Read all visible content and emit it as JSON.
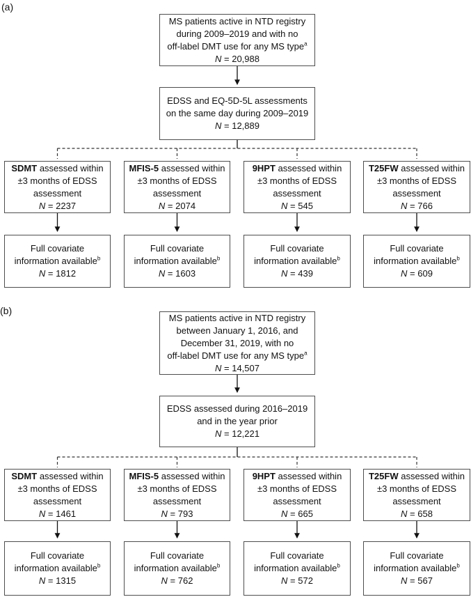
{
  "colors": {
    "box_border": "#4d4d4d",
    "line": "#111111",
    "text": "#111111",
    "background": "#ffffff"
  },
  "panel_a": {
    "label": "(a)",
    "box1": {
      "l1": "MS patients active in NTD registry",
      "l2": "during 2009–2019 and with no",
      "l3": "off-label DMT use for any MS type",
      "l3_sup": "a",
      "n": "N",
      "n_val": " = 20,988"
    },
    "box2": {
      "l1": "EDSS and EQ-5D-5L assessments",
      "l2": "on the same day during 2009–2019",
      "n": "N",
      "n_val": " = 12,889"
    },
    "branches": [
      {
        "test": "SDMT",
        "after": " assessed within",
        "l2": "±3 months of EDSS",
        "l3": "assessment",
        "n": "N",
        "n_val": " = 2237"
      },
      {
        "test": "MFIS-5",
        "after": " assessed within",
        "l2": "±3 months of EDSS",
        "l3": "assessment",
        "n": "N",
        "n_val": " = 2074"
      },
      {
        "test": "9HPT",
        "after": " assessed within",
        "l2": "±3 months of EDSS",
        "l3": "assessment",
        "n": "N",
        "n_val": " = 545"
      },
      {
        "test": "T25FW",
        "after": " assessed within",
        "l2": "±3 months of EDSS",
        "l3": "assessment",
        "n": "N",
        "n_val": " = 766"
      }
    ],
    "covariates": [
      {
        "l1": "Full covariate",
        "l2": "information available",
        "sup": "b",
        "n": "N",
        "n_val": " = 1812"
      },
      {
        "l1": "Full covariate",
        "l2": "information available",
        "sup": "b",
        "n": "N",
        "n_val": " = 1603"
      },
      {
        "l1": "Full covariate",
        "l2": "information available",
        "sup": "b",
        "n": "N",
        "n_val": " = 439"
      },
      {
        "l1": "Full covariate",
        "l2": "information available",
        "sup": "b",
        "n": "N",
        "n_val": " = 609"
      }
    ]
  },
  "panel_b": {
    "label": "(b)",
    "box1": {
      "l1": "MS patients active in NTD registry",
      "l2": "between January 1, 2016, and",
      "l3": "December 31, 2019, with no",
      "l4": "off-label DMT use for any MS type",
      "l4_sup": "a",
      "n": "N",
      "n_val": " = 14,507"
    },
    "box2": {
      "l1": "EDSS assessed during 2016–2019",
      "l2": "and in the year prior",
      "n": "N",
      "n_val": " = 12,221"
    },
    "branches": [
      {
        "test": "SDMT",
        "after": " assessed within",
        "l2": "±3 months of EDSS",
        "l3": "assessment",
        "n": "N",
        "n_val": " = 1461"
      },
      {
        "test": "MFIS-5",
        "after": " assessed within",
        "l2": "±3 months of EDSS",
        "l3": "assessment",
        "n": "N",
        "n_val": " = 793"
      },
      {
        "test": "9HPT",
        "after": " assessed within",
        "l2": "±3 months of EDSS",
        "l3": "assessment",
        "n": "N",
        "n_val": " = 665"
      },
      {
        "test": "T25FW",
        "after": " assessed within",
        "l2": "±3 months of EDSS",
        "l3": "assessment",
        "n": "N",
        "n_val": " = 658"
      }
    ],
    "covariates": [
      {
        "l1": "Full covariate",
        "l2": "information available",
        "sup": "b",
        "n": "N",
        "n_val": " = 1315"
      },
      {
        "l1": "Full covariate",
        "l2": "information available",
        "sup": "b",
        "n": "N",
        "n_val": " = 762"
      },
      {
        "l1": "Full covariate",
        "l2": "information available",
        "sup": "b",
        "n": "N",
        "n_val": " = 572"
      },
      {
        "l1": "Full covariate",
        "l2": "information available",
        "sup": "b",
        "n": "N",
        "n_val": " = 567"
      }
    ]
  }
}
